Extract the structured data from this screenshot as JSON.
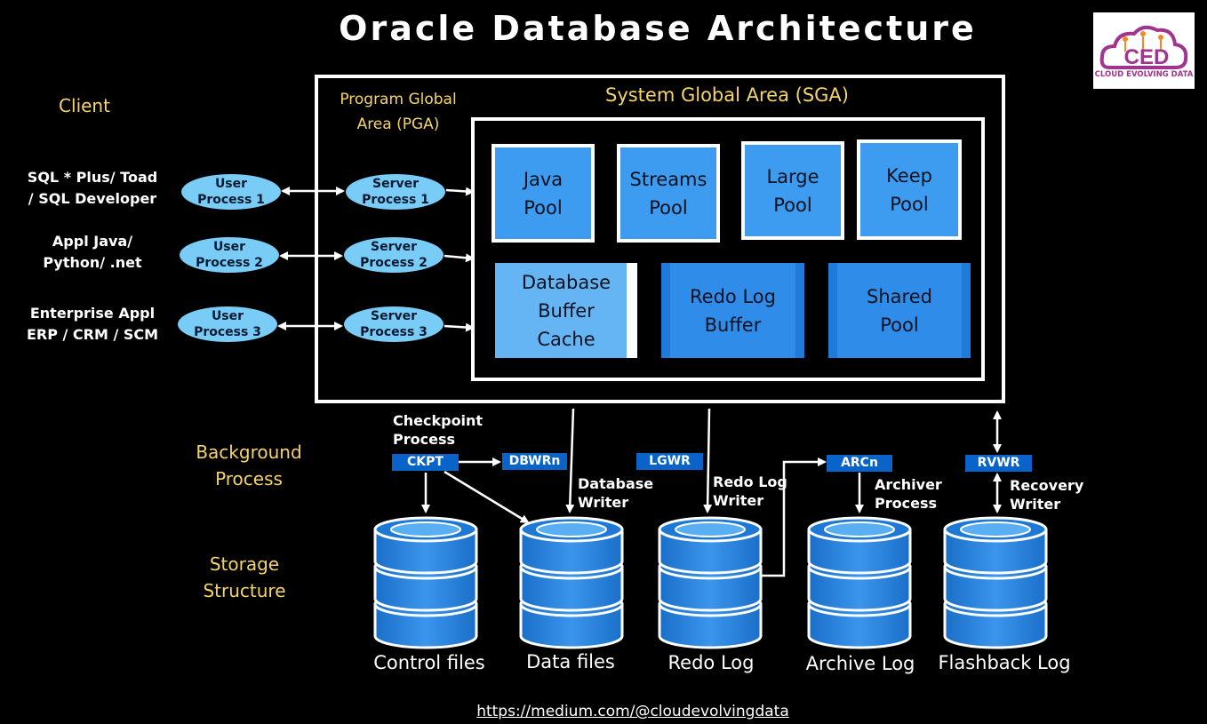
{
  "title": "Oracle Database Architecture",
  "logo": {
    "mark": "CED",
    "caption": "CLOUD EVOLVING DATA"
  },
  "sections": {
    "client": "Client",
    "background_process": "Background\nProcess",
    "storage_structure": "Storage\nStructure"
  },
  "clients": [
    {
      "label": "SQL * Plus/ Toad\n/ SQL Developer",
      "user_process": "User\nProcess 1",
      "server_process": "Server\nProcess 1"
    },
    {
      "label": "Appl Java/\nPython/ .net",
      "user_process": "User\nProcess 2",
      "server_process": "Server\nProcess 2"
    },
    {
      "label": "Enterprise Appl\nERP / CRM / SCM",
      "user_process": "User\nProcess 3",
      "server_process": "Server\nProcess 3"
    }
  ],
  "pga": {
    "label": "Program Global\nArea (PGA)"
  },
  "sga": {
    "label": "System Global Area (SGA)",
    "pools": [
      {
        "label": "Java\nPool"
      },
      {
        "label": "Streams\nPool"
      },
      {
        "label": "Large\nPool"
      },
      {
        "label": "Keep\nPool"
      }
    ],
    "buffers": [
      {
        "label": "Database\nBuffer\nCache"
      },
      {
        "label": "Redo Log\nBuffer"
      },
      {
        "label": "Shared\nPool"
      }
    ]
  },
  "background": {
    "checkpoint_label": "Checkpoint\nProcess",
    "ckpt": "CKPT",
    "dbwrn": "DBWRn",
    "lgwr": "LGWR",
    "arcn": "ARCn",
    "rvwr": "RVWR",
    "database_writer": "Database\nWriter",
    "redo_log_writer": "Redo Log\nWriter",
    "archiver_process": "Archiver\nProcess",
    "recovery_writer": "Recovery\nWriter"
  },
  "storage": [
    {
      "label": "Control files"
    },
    {
      "label": "Data files"
    },
    {
      "label": "Redo Log"
    },
    {
      "label": "Archive Log"
    },
    {
      "label": "Flashback Log"
    }
  ],
  "url": "https://medium.com/@cloudevolvingdata",
  "colors": {
    "background": "#000000",
    "accent_yellow": "#f5d56a",
    "process_ellipse": "#79ccf5",
    "pool_blue": "#3d9bf0",
    "tag_blue": "#0a63c9",
    "logo_purple": "#a0358f",
    "logo_orange": "#f08a24"
  }
}
